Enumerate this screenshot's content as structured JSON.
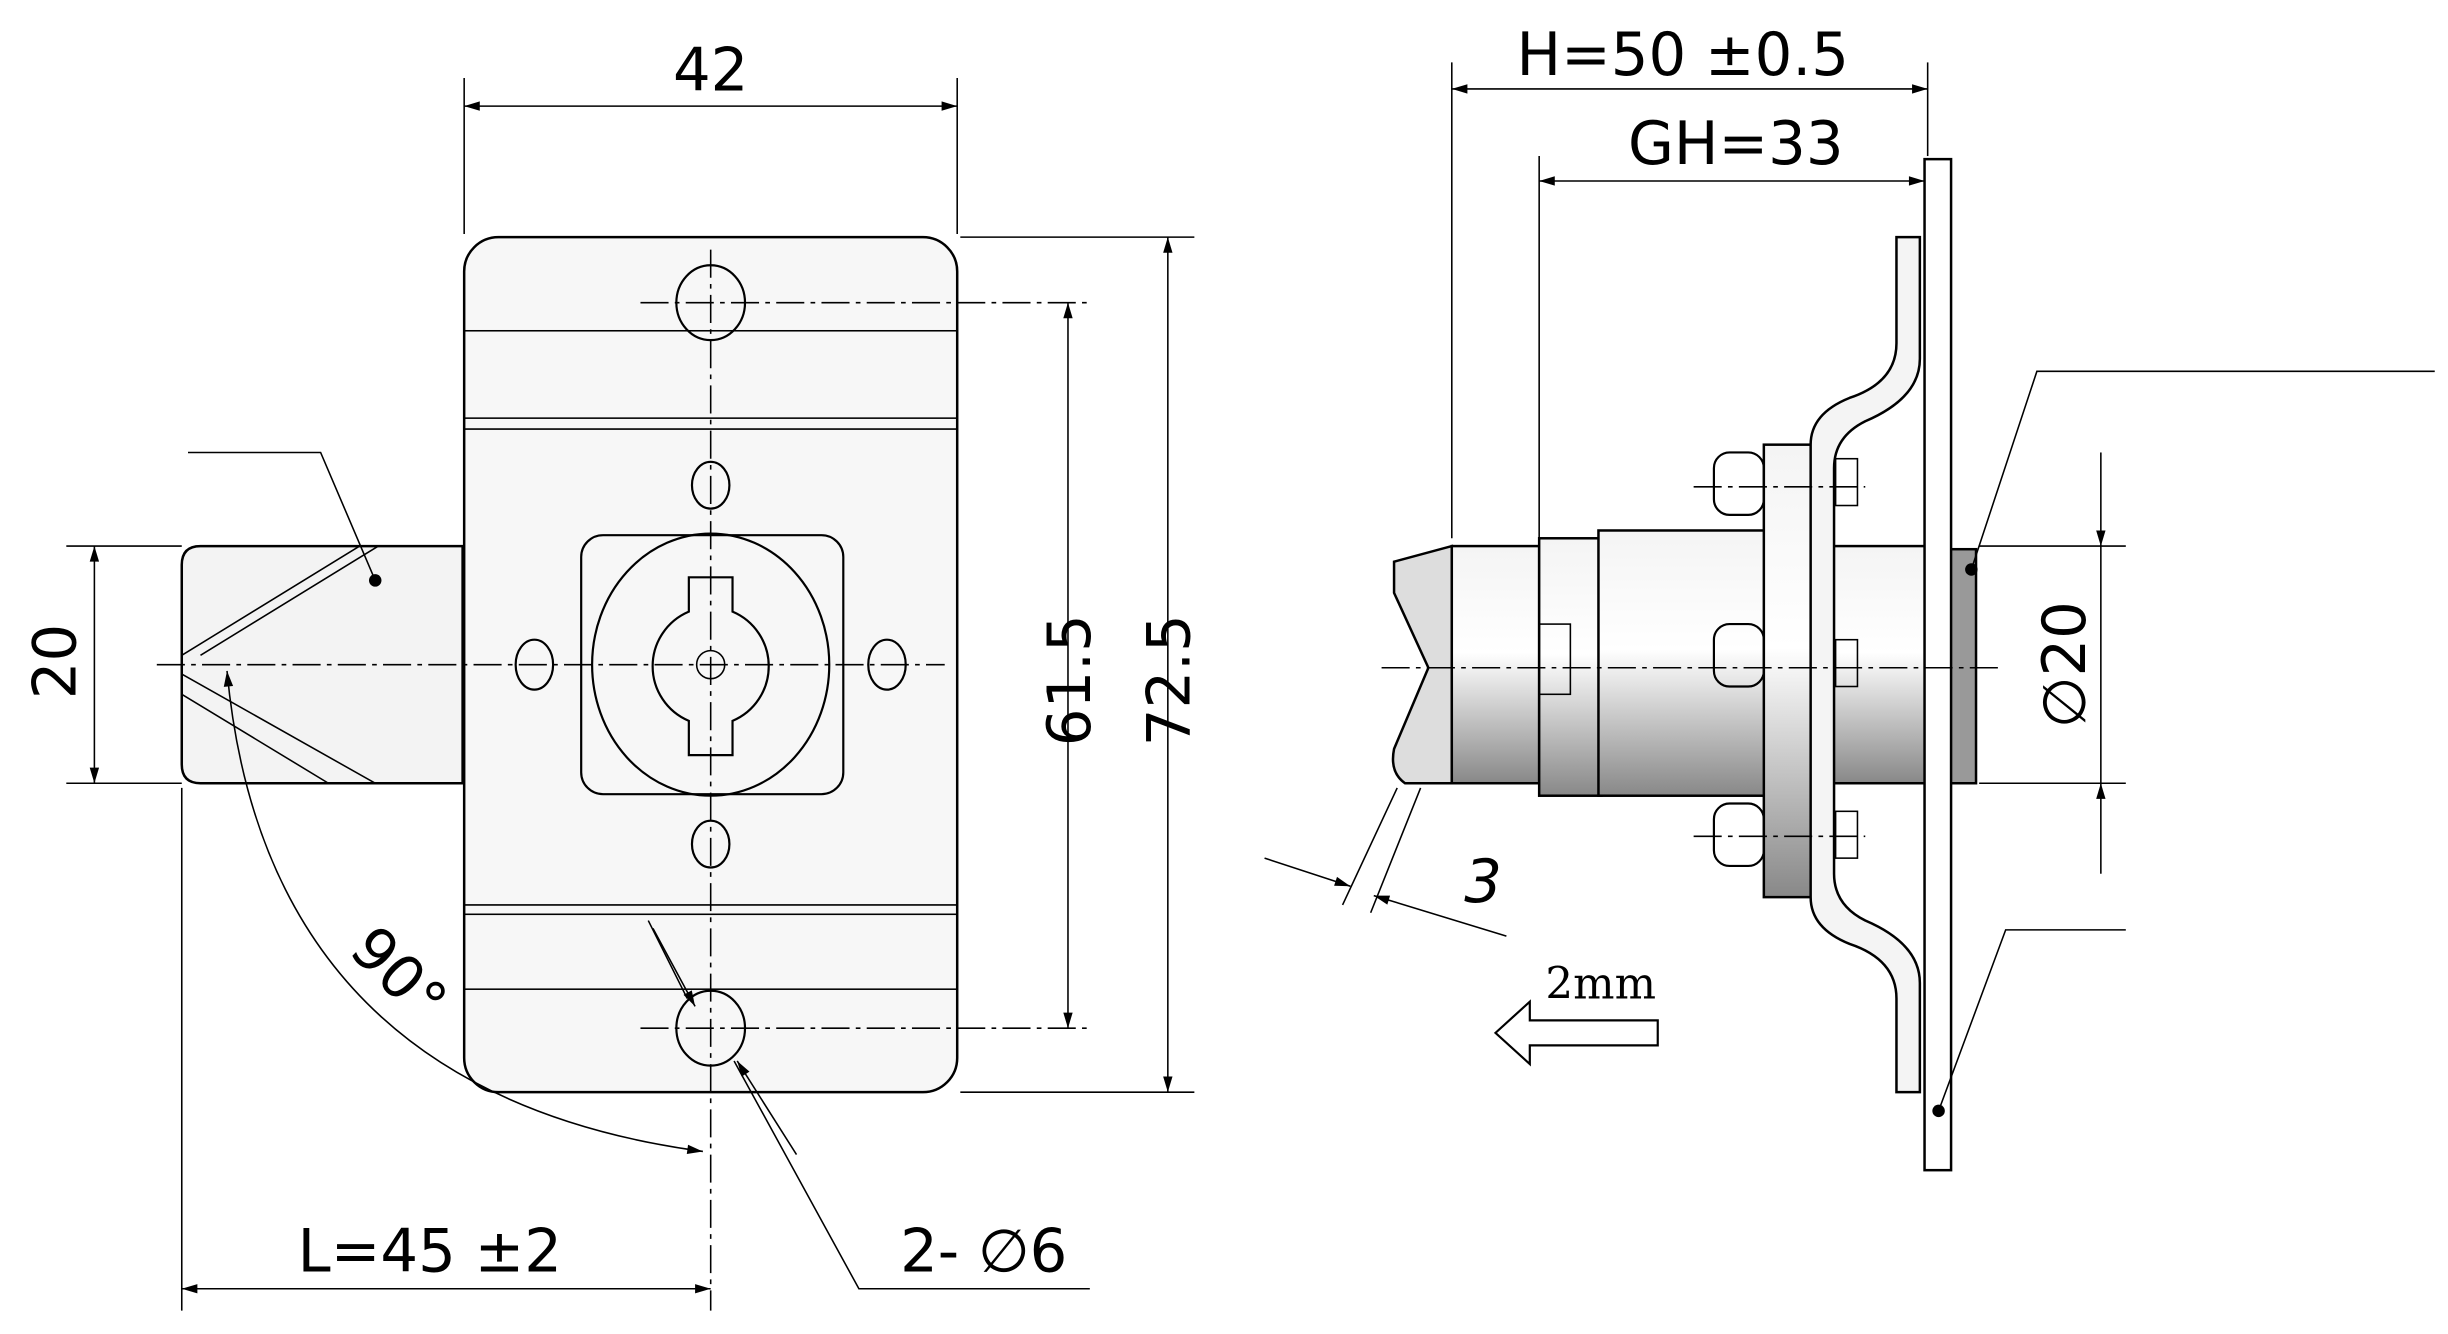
{
  "front_view": {
    "width_dim": "42",
    "height_inner_dim": "61.5",
    "height_outer_dim": "72.5",
    "bolt_height_dim": "20",
    "angle_dim": "90°",
    "length_dim": "L=45 ±2",
    "holes_dim": "2- ∅6"
  },
  "side_view": {
    "h_dim": "H=50 ±0.5",
    "gh_dim": "GH=33",
    "diameter_dim": "∅20",
    "thickness_dim": "3",
    "travel_label": "2mm"
  }
}
